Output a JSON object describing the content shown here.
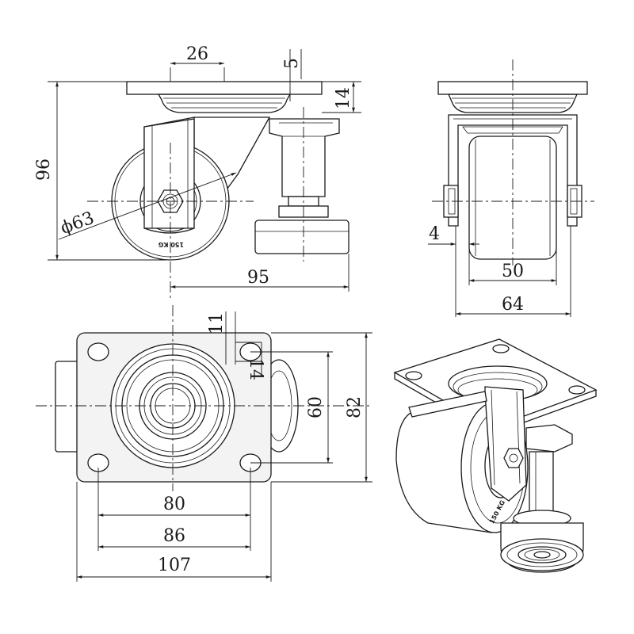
{
  "dimensions": {
    "d26": "26",
    "d5": "5",
    "d14_side": "14",
    "d96": "96",
    "d63": "ϕ63",
    "d95": "95",
    "d4": "4",
    "d50": "50",
    "d64": "64",
    "d11": "11",
    "d14_top": "14",
    "d60": "60",
    "d82": "82",
    "d80": "80",
    "d86": "86",
    "d107": "107"
  },
  "wheel_marking": "150 KG",
  "views": [
    "side-view",
    "front-view",
    "top-view",
    "isometric-view"
  ]
}
